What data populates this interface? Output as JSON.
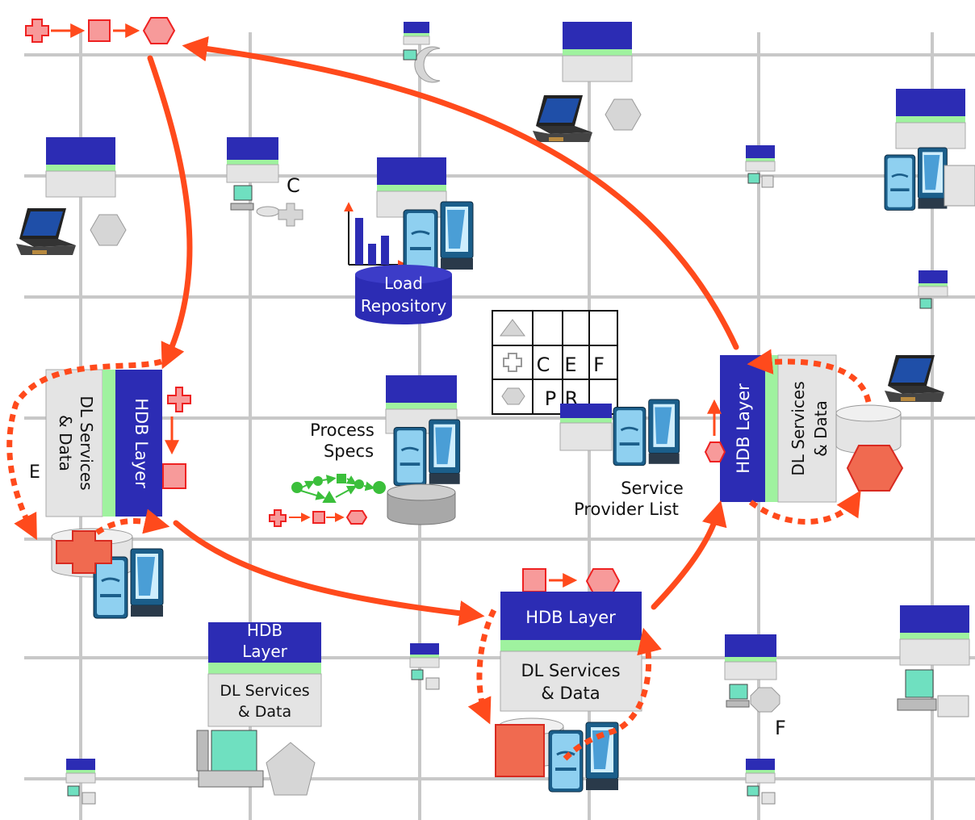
{
  "colors": {
    "grid": "#c8c8c8",
    "layer_blue": "#2c2cb4",
    "layer_green": "#9ff29f",
    "layer_gray": "#e4e4e4",
    "flow_red": "#ff4a1c",
    "shape_red_fill": "#f79a9a",
    "shape_red_stroke": "#ee2222",
    "shape_gray": "#d6d6d6",
    "process_green": "#3bbf3b"
  },
  "icons": [
    "laptop-icon",
    "server-tower-icon",
    "desktop-icon",
    "database-icon",
    "hexagon-icon",
    "cross-icon",
    "square-icon",
    "crescent-icon",
    "triangle-icon",
    "bar-chart-icon",
    "pentagon-icon",
    "arrow-icon"
  ],
  "labels": {
    "load_repository_1": "Load",
    "load_repository_2": "Repository",
    "process_specs_1": "Process",
    "process_specs_2": "Specs",
    "service_provider_1": "Service",
    "service_provider_2": "Provider List",
    "node_c": "C",
    "node_e": "E",
    "node_f": "F"
  },
  "nodes": {
    "left": {
      "hdb": "HDB Layer",
      "dl_1": "DL Services",
      "dl_2": "& Data"
    },
    "right": {
      "hdb": "HDB Layer",
      "dl_1": "DL Services",
      "dl_2": "& Data"
    },
    "bottom_center": {
      "hdb": "HDB Layer",
      "dl_1": "DL Services",
      "dl_2": "& Data"
    },
    "bottom_left": {
      "hdb_1": "HDB",
      "hdb_2": "Layer",
      "dl_1": "DL Services",
      "dl_2": "& Data"
    }
  },
  "provider_table": {
    "row2": [
      "C",
      "E",
      "F"
    ],
    "row3": [
      "P",
      "R"
    ]
  }
}
